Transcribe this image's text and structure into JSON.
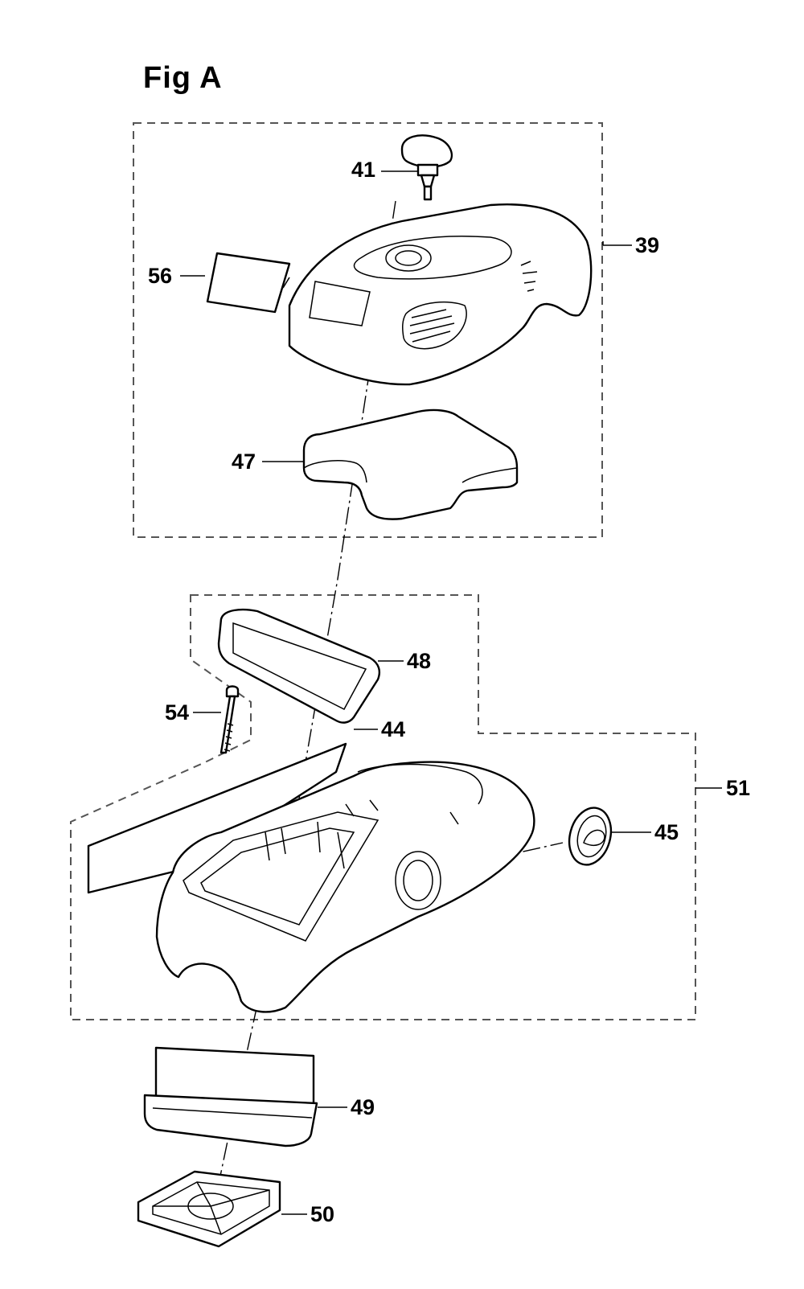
{
  "figure": {
    "title": "Fig A"
  },
  "callouts": {
    "c39": "39",
    "c41": "41",
    "c56": "56",
    "c47": "47",
    "c48": "48",
    "c54": "54",
    "c44": "44",
    "c51": "51",
    "c45": "45",
    "c49": "49",
    "c50": "50"
  }
}
